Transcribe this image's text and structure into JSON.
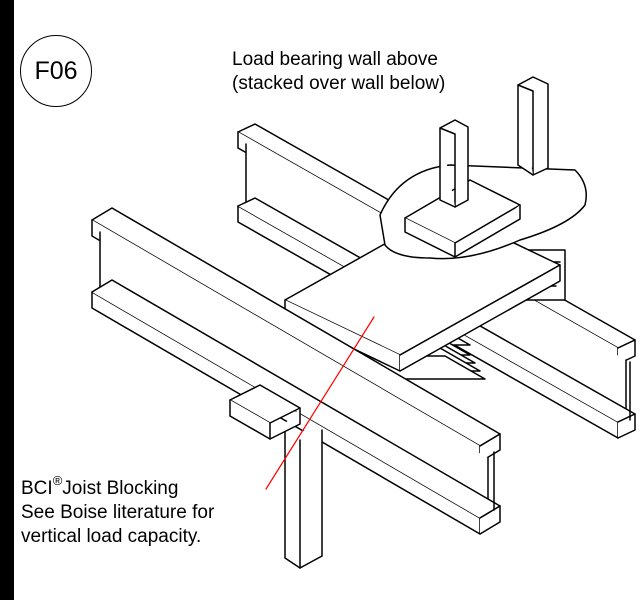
{
  "figure_id": "F06",
  "callouts": {
    "wall": {
      "line1": "Load bearing wall above",
      "line2": "(stacked over wall below)"
    },
    "blocking": {
      "brand": "BCI",
      "registered_mark": "®",
      "product": "Joist Blocking",
      "line2": "See Boise literature for",
      "line3": "vertical load capacity."
    }
  },
  "colors": {
    "line": "#000000",
    "leader": "#ff0000",
    "margin_bar": "#000000"
  }
}
